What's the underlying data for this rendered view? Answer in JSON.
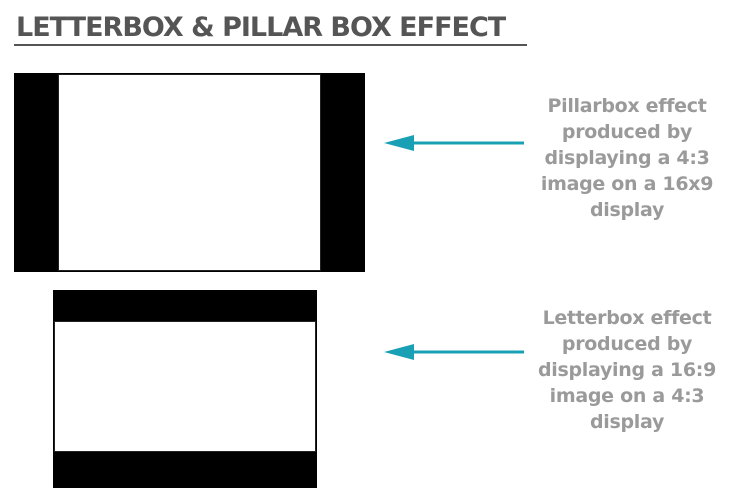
{
  "title": "LETTERBOX & PILLAR BOX EFFECT",
  "colors": {
    "title": "#555555",
    "bar": "#000000",
    "arrow": "#1aa0b4",
    "caption": "#9a9a9a"
  },
  "pillarbox": {
    "caption_lines": [
      "Pillarbox effect",
      "produced by",
      "displaying a 4:3",
      "image on a 16x9",
      "display"
    ]
  },
  "letterbox": {
    "caption_lines": [
      "Letterbox effect",
      "produced by",
      "displaying a 16:9",
      "image on a 4:3",
      "display"
    ]
  },
  "icons": {
    "arrow": "arrow-left-icon"
  }
}
